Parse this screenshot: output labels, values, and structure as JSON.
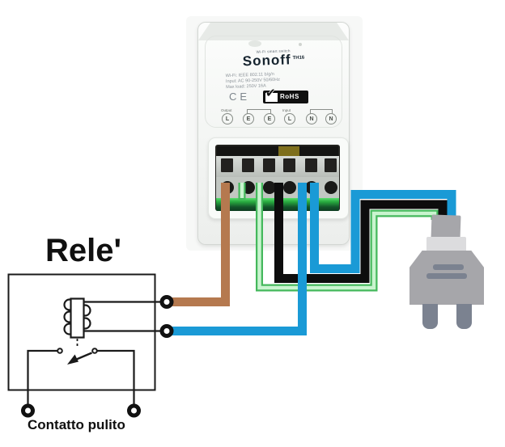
{
  "relay": {
    "title": "Rele'",
    "bottom_label": "Contatto pulito"
  },
  "device": {
    "brand": "Sonoff",
    "model": "TH16",
    "tagline": "Wi-Fi smart switch",
    "specs": [
      "Wi-Fi: IEEE 802.11 b/g/n",
      "Input: AC 90-250V 50/60Hz",
      "Max load: 250V 16A"
    ],
    "ce_label": "CE",
    "rohs_label": "RoHS",
    "check_glyph": "✔",
    "output_label": "Output",
    "input_label": "Input",
    "terminal_labels": [
      "L",
      "E",
      "E",
      "L",
      "N",
      "N"
    ]
  },
  "wire_colors": {
    "brown": "#b5794f",
    "blue": "#1a9ad6",
    "black": "#0d0d0d",
    "green": "#44b85c",
    "green_light": "#c9f4cf",
    "schematic": "#1a1a1a"
  }
}
